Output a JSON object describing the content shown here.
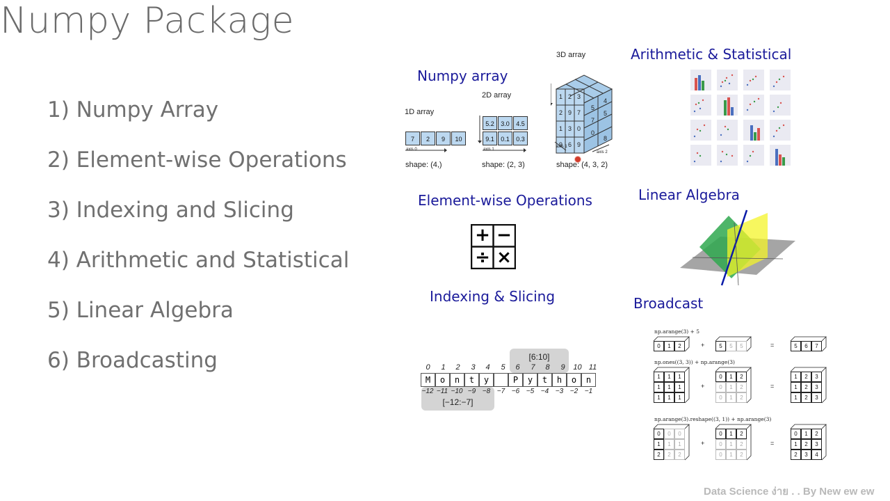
{
  "title": "Numpy Package",
  "topics": [
    "1) Numpy Array",
    "2) Element-wise Operations",
    "3) Indexing and Slicing",
    "4) Arithmetic and Statistical",
    "5) Linear Algebra",
    "6) Broadcasting"
  ],
  "sections": {
    "numpy_array": "Numpy array",
    "arithmetic": "Arithmetic & Statistical",
    "elementwise": "Element-wise Operations",
    "linear_algebra": "Linear Algebra",
    "indexing": "Indexing & Slicing",
    "broadcast": "Broadcast"
  },
  "array_diagram": {
    "label_1d": "1D array",
    "label_2d": "2D array",
    "label_3d": "3D array",
    "values_1d": [
      "7",
      "2",
      "9",
      "10"
    ],
    "values_2d": [
      [
        "5.2",
        "3.0",
        "4.5"
      ],
      [
        "9.1",
        "0.1",
        "0.3"
      ]
    ],
    "front_3d": [
      [
        "1",
        "2",
        "3"
      ],
      [
        "2",
        "9",
        "7"
      ],
      [
        "1",
        "3",
        "0"
      ],
      [
        "9",
        "6",
        "9"
      ]
    ],
    "side_3d": [
      "4",
      "5",
      "7",
      "5",
      "0",
      "8"
    ],
    "axis0": "axis 0",
    "axis1": "axis 1",
    "axis2": "axis 2",
    "shape_1d": "shape: (4,)",
    "shape_2d": "shape: (2, 3)",
    "shape_3d": "shape: (4, 3, 2)"
  },
  "operator_symbols": [
    "+",
    "−",
    "÷",
    "×"
  ],
  "slicing": {
    "positive_indices": [
      "0",
      "1",
      "2",
      "3",
      "4",
      "5",
      "6",
      "7",
      "8",
      "9",
      "10",
      "11"
    ],
    "letters": [
      "M",
      "o",
      "n",
      "t",
      "y",
      " ",
      "P",
      "y",
      "t",
      "h",
      "o",
      "n"
    ],
    "negative_indices": [
      "−12",
      "−11",
      "−10",
      "−9",
      "−8",
      "−7",
      "−6",
      "−5",
      "−4",
      "−3",
      "−2",
      "−1"
    ],
    "slice_top": "[6:10]",
    "slice_bottom": "[−12:−7]"
  },
  "broadcast": {
    "rows": [
      {
        "caption": "np.arange(3) + 5",
        "a": [
          [
            "0",
            "1",
            "2"
          ]
        ],
        "b": [
          [
            "5",
            "5",
            "5"
          ]
        ],
        "result": [
          [
            "5",
            "6",
            "7"
          ]
        ]
      },
      {
        "caption": "np.ones((3, 3)) + np.arange(3)",
        "a": [
          [
            "1",
            "1",
            "1"
          ],
          [
            "1",
            "1",
            "1"
          ],
          [
            "1",
            "1",
            "1"
          ]
        ],
        "b": [
          [
            "0",
            "1",
            "2"
          ],
          [
            "0",
            "1",
            "2"
          ],
          [
            "0",
            "1",
            "2"
          ]
        ],
        "result": [
          [
            "1",
            "2",
            "3"
          ],
          [
            "1",
            "2",
            "3"
          ],
          [
            "1",
            "2",
            "3"
          ]
        ]
      },
      {
        "caption": "np.arange(3).reshape((3, 1)) + np.arange(3)",
        "a": [
          [
            "0",
            "0",
            "0"
          ],
          [
            "1",
            "1",
            "1"
          ],
          [
            "2",
            "2",
            "2"
          ]
        ],
        "b": [
          [
            "0",
            "1",
            "2"
          ],
          [
            "0",
            "1",
            "2"
          ],
          [
            "0",
            "1",
            "2"
          ]
        ],
        "result": [
          [
            "0",
            "1",
            "2"
          ],
          [
            "1",
            "2",
            "3"
          ],
          [
            "2",
            "3",
            "4"
          ]
        ]
      }
    ],
    "plus": "+",
    "equals": "="
  },
  "watermark": "Data Science ง่าย . . By New ew ew"
}
